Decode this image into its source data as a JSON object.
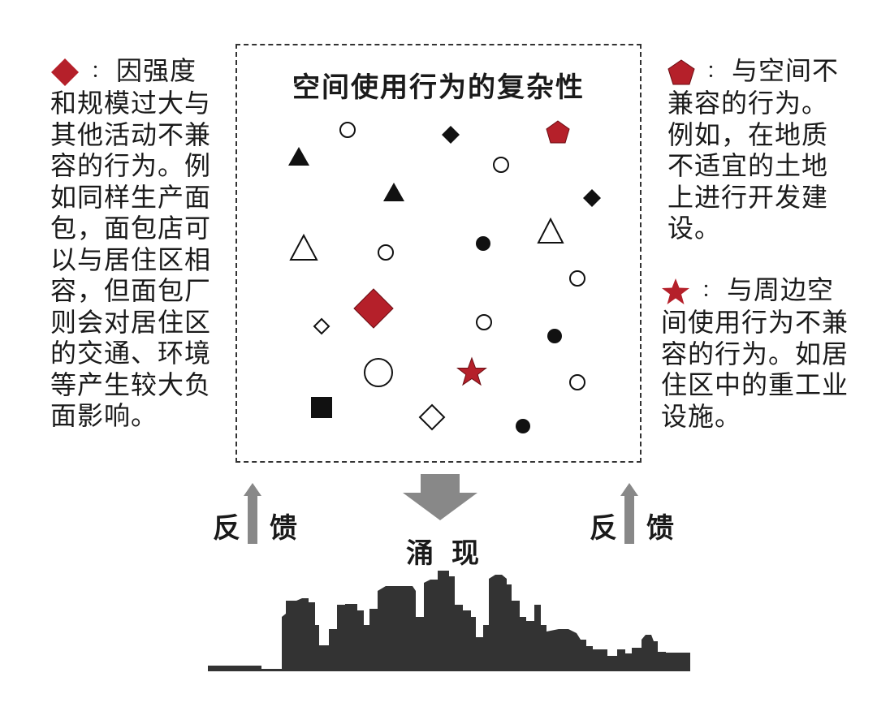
{
  "title": "空间使用行为的复杂性",
  "colors": {
    "red": "#b5202a",
    "black": "#111111",
    "arrow": "#888888",
    "skyline": "#333333"
  },
  "legend": {
    "diamond": {
      "icon": "red-diamond-icon",
      "colon": "：",
      "text": "因强度和规模过大与其他活动不兼容的行为。例如同样生产面包，面包店可以与居住区相容，但面包厂则会对居住区的交通、环境等产生较大负面影响。"
    },
    "pentagon": {
      "icon": "red-pentagon-icon",
      "colon": "：",
      "text": "与空间不兼容的行为。例如，在地质不适宜的土地上进行开发建设。"
    },
    "star": {
      "icon": "red-star-icon",
      "colon": "：",
      "text": "与周边空间使用行为不兼容的行为。如居住区中的重工业设施。"
    }
  },
  "labels": {
    "feedback_left_1": "反",
    "feedback_left_2": "馈",
    "emergence_1": "涌",
    "emergence_2": "现",
    "feedback_right_1": "反",
    "feedback_right_2": "馈"
  }
}
